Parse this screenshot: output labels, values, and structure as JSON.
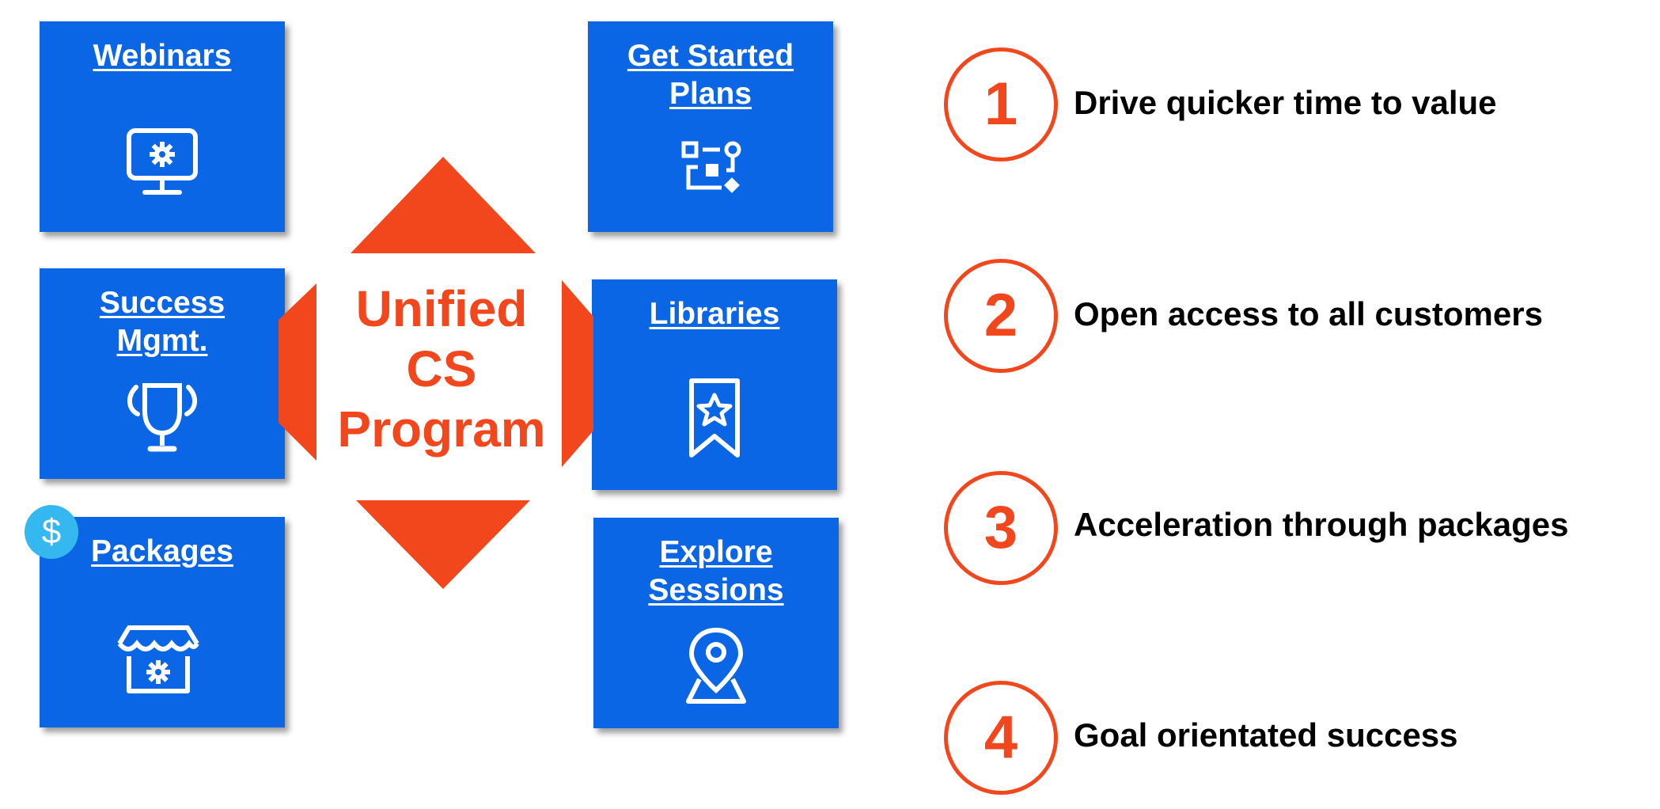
{
  "tiles": {
    "webinars": {
      "label": "Webinars",
      "icon": "monitor-gear-icon"
    },
    "get_started": {
      "label": "Get Started\nPlans",
      "icon": "workflow-icon"
    },
    "success_mgmt": {
      "label": "Success\nMgmt.",
      "icon": "trophy-icon"
    },
    "libraries": {
      "label": "Libraries",
      "icon": "bookmark-star-icon"
    },
    "packages": {
      "label": "Packages",
      "icon": "storefront-gear-icon",
      "badge": "$"
    },
    "explore_sessions": {
      "label": "Explore\nSessions",
      "icon": "location-pin-icon"
    }
  },
  "center": {
    "label": "Unified\nCS\nProgram"
  },
  "points": [
    {
      "number": "1",
      "text": "Drive quicker time to value"
    },
    {
      "number": "2",
      "text": "Open access to all customers"
    },
    {
      "number": "3",
      "text": "Acceleration through packages"
    },
    {
      "number": "4",
      "text": "Goal orientated success"
    }
  ],
  "colors": {
    "tile": "#0a66e4",
    "accent": "#f2461c",
    "badge": "#35b7ef",
    "text": "#000000"
  }
}
